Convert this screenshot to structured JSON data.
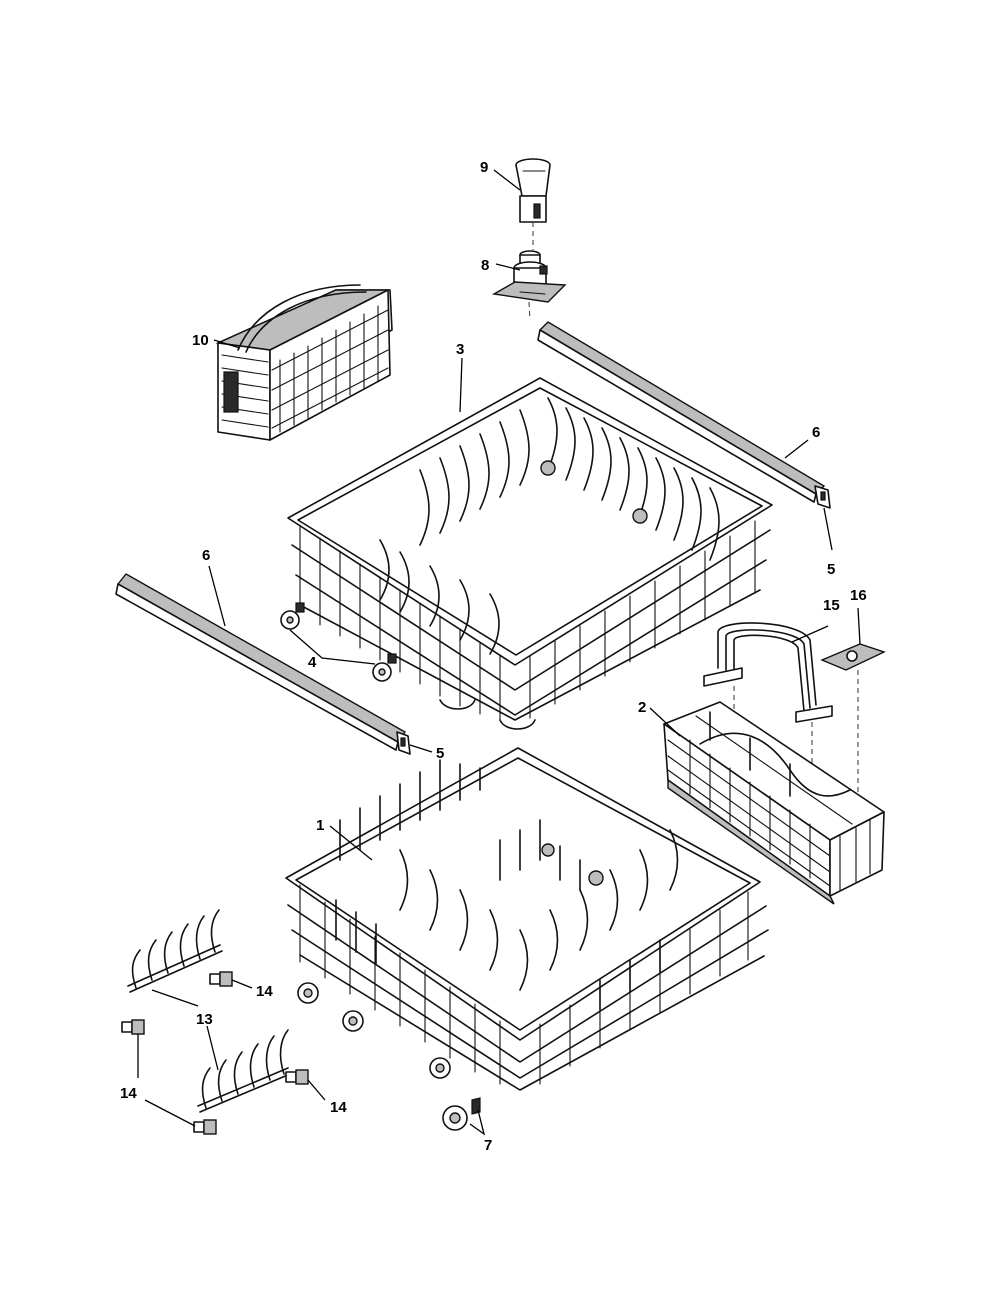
{
  "callouts": [
    {
      "id": "c1",
      "text": "1"
    },
    {
      "id": "c2",
      "text": "2"
    },
    {
      "id": "c3",
      "text": "3"
    },
    {
      "id": "c4",
      "text": "4"
    },
    {
      "id": "c5a",
      "text": "5"
    },
    {
      "id": "c5b",
      "text": "5"
    },
    {
      "id": "c6a",
      "text": "6"
    },
    {
      "id": "c6b",
      "text": "6"
    },
    {
      "id": "c7",
      "text": "7"
    },
    {
      "id": "c8",
      "text": "8"
    },
    {
      "id": "c9",
      "text": "9"
    },
    {
      "id": "c10",
      "text": "10"
    },
    {
      "id": "c13",
      "text": "13"
    },
    {
      "id": "c14a",
      "text": "14"
    },
    {
      "id": "c14b",
      "text": "14"
    },
    {
      "id": "c14c",
      "text": "14"
    },
    {
      "id": "c15",
      "text": "15"
    },
    {
      "id": "c16",
      "text": "16"
    }
  ]
}
